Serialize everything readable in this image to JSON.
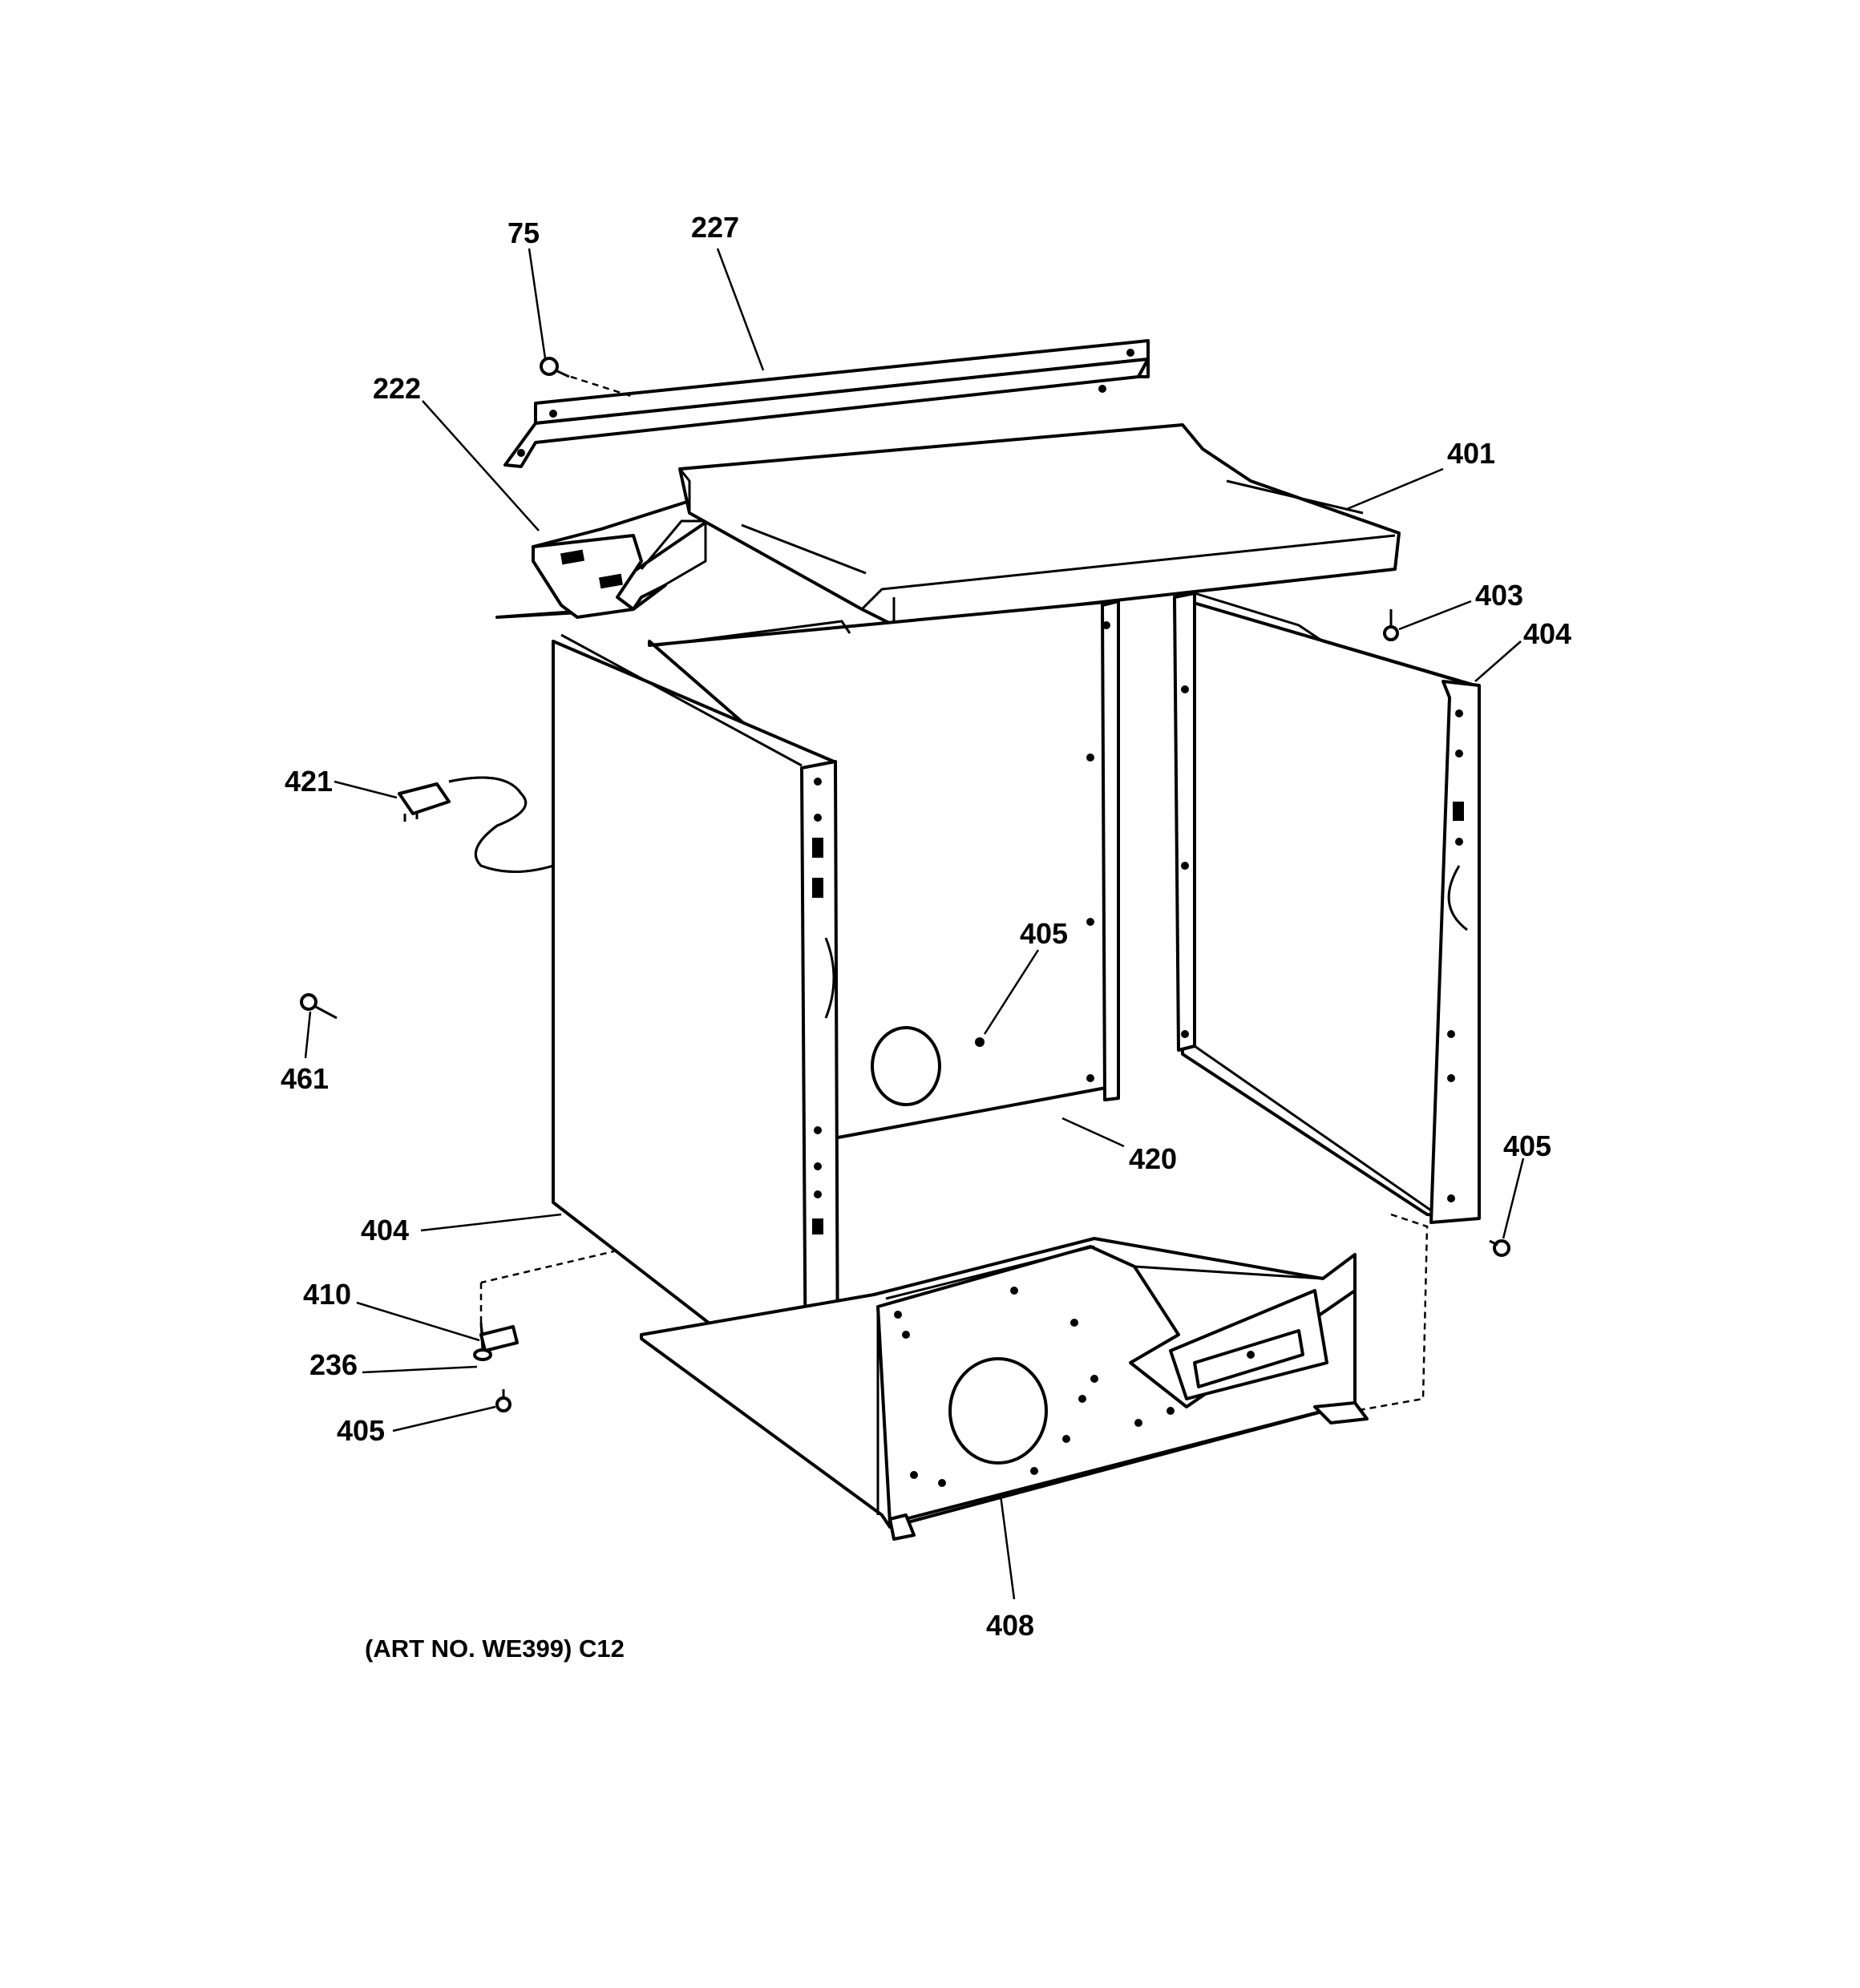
{
  "diagram": {
    "art_number": "(ART NO. WE399) C12",
    "callouts": {
      "c75": "75",
      "c227": "227",
      "c222": "222",
      "c401": "401",
      "c403": "403",
      "c404_right": "404",
      "c421": "421",
      "c405_back": "405",
      "c461": "461",
      "c420": "420",
      "c405_right": "405",
      "c404_left": "404",
      "c410": "410",
      "c236": "236",
      "c405_bottom": "405",
      "c408": "408"
    }
  }
}
